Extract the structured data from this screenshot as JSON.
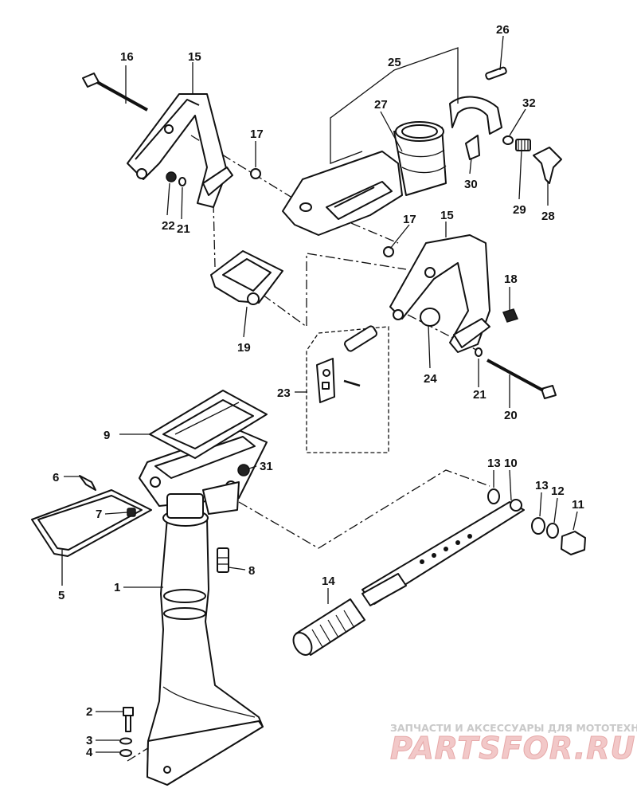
{
  "parts": [
    {
      "id": "p1",
      "label": "1"
    },
    {
      "id": "p2",
      "label": "2"
    },
    {
      "id": "p3",
      "label": "3"
    },
    {
      "id": "p4",
      "label": "4"
    },
    {
      "id": "p5",
      "label": "5"
    },
    {
      "id": "p6",
      "label": "6"
    },
    {
      "id": "p7",
      "label": "7"
    },
    {
      "id": "p8",
      "label": "8"
    },
    {
      "id": "p9",
      "label": "9"
    },
    {
      "id": "p10",
      "label": "10"
    },
    {
      "id": "p11",
      "label": "11"
    },
    {
      "id": "p12",
      "label": "12"
    },
    {
      "id": "p13a",
      "label": "13"
    },
    {
      "id": "p13b",
      "label": "13"
    },
    {
      "id": "p14",
      "label": "14"
    },
    {
      "id": "p15a",
      "label": "15"
    },
    {
      "id": "p15b",
      "label": "15"
    },
    {
      "id": "p16",
      "label": "16"
    },
    {
      "id": "p17a",
      "label": "17"
    },
    {
      "id": "p17b",
      "label": "17"
    },
    {
      "id": "p18",
      "label": "18"
    },
    {
      "id": "p19",
      "label": "19"
    },
    {
      "id": "p20",
      "label": "20"
    },
    {
      "id": "p21a",
      "label": "21"
    },
    {
      "id": "p21b",
      "label": "21"
    },
    {
      "id": "p22",
      "label": "22"
    },
    {
      "id": "p23",
      "label": "23"
    },
    {
      "id": "p24",
      "label": "24"
    },
    {
      "id": "p25",
      "label": "25"
    },
    {
      "id": "p26",
      "label": "26"
    },
    {
      "id": "p27",
      "label": "27"
    },
    {
      "id": "p28",
      "label": "28"
    },
    {
      "id": "p29",
      "label": "29"
    },
    {
      "id": "p30",
      "label": "30"
    },
    {
      "id": "p31",
      "label": "31"
    },
    {
      "id": "p32",
      "label": "32"
    }
  ],
  "watermark": {
    "tagline": "ЗАПЧАСТИ И АКСЕССУАРЫ ДЛЯ МОТОТЕХНИКИ",
    "brand": "PARTSFOR.RU"
  }
}
